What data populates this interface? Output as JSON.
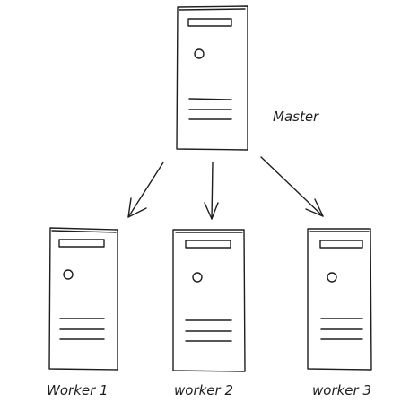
{
  "diagram": {
    "master": {
      "label": "Master"
    },
    "workers": [
      {
        "label": "Worker 1"
      },
      {
        "label": "worker 2"
      },
      {
        "label": "worker 3"
      }
    ]
  },
  "colors": {
    "stroke": "#1e1e1e",
    "background": "#ffffff"
  }
}
